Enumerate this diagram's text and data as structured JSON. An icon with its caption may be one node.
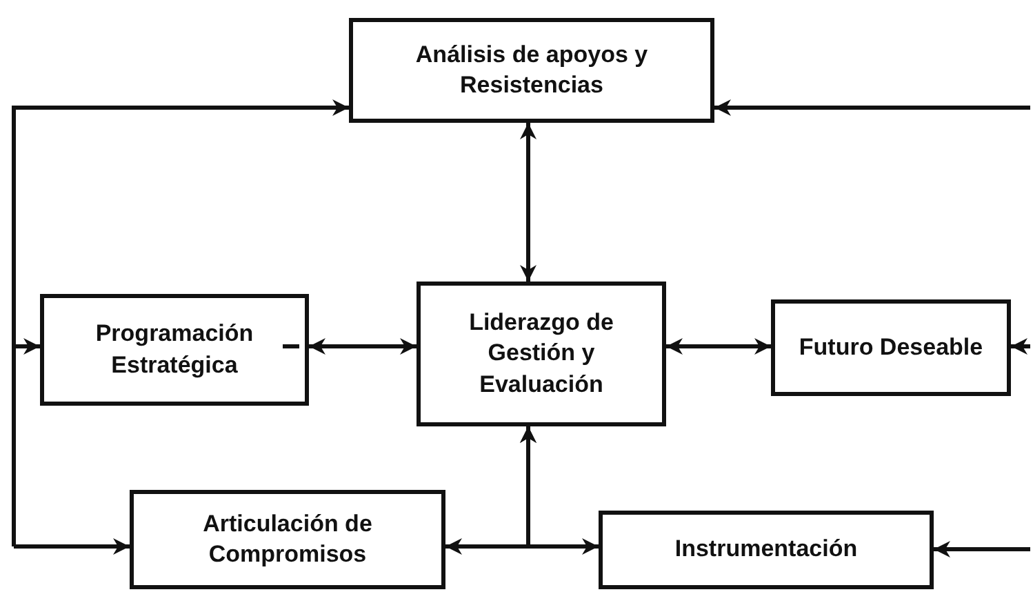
{
  "diagram": {
    "nodes": [
      {
        "text": [
          "Análisis de apoyos y Resistencias"
        ]
      },
      {
        "text": [
          "Programación Estratégica"
        ]
      },
      {
        "text": [
          "Futuro Deseable"
        ]
      },
      {
        "text": [
          "Liderazgo de Gestión y Evaluación"
        ]
      },
      {
        "text": [
          "Articulación de Compromisos"
        ]
      },
      {
        "text": [
          "Instrumentación"
        ]
      }
    ],
    "edges": [
      {
        "from": null,
        "to": 0,
        "arrow": "to"
      },
      {
        "from": null,
        "to": 1,
        "arrow": "to"
      },
      {
        "from": null,
        "to": 4,
        "arrow": "to"
      },
      {
        "from": null,
        "to": 0,
        "arrow": "to"
      },
      {
        "from": null,
        "to": 2,
        "arrow": "to"
      },
      {
        "from": null,
        "to": 5,
        "arrow": "to"
      },
      {
        "from": 0,
        "to": 3,
        "arrow": "both"
      },
      {
        "from": 1,
        "to": 3,
        "arrow": "both"
      },
      {
        "from": 3,
        "to": 2,
        "arrow": "both"
      },
      {
        "from": 3,
        "to": 4,
        "arrow": "both"
      },
      {
        "from": 3,
        "to": 5,
        "arrow": "both"
      }
    ]
  }
}
